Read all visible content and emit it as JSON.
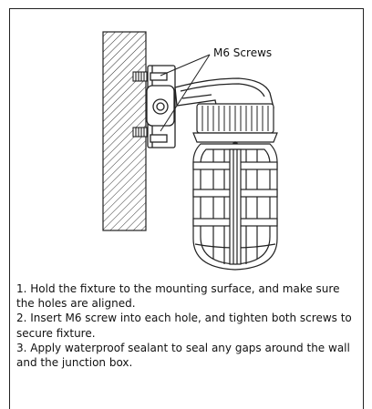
{
  "diagram": {
    "callout_label": "M6 Screws"
  },
  "instructions": [
    "1. Hold the fixture to the mounting surface, and make sure the holes are aligned.",
    "2. Insert M6 screw into each hole, and tighten both screws to secure fixture.",
    "3. Apply waterproof sealant to seal any gaps around the wall and the junction box."
  ]
}
